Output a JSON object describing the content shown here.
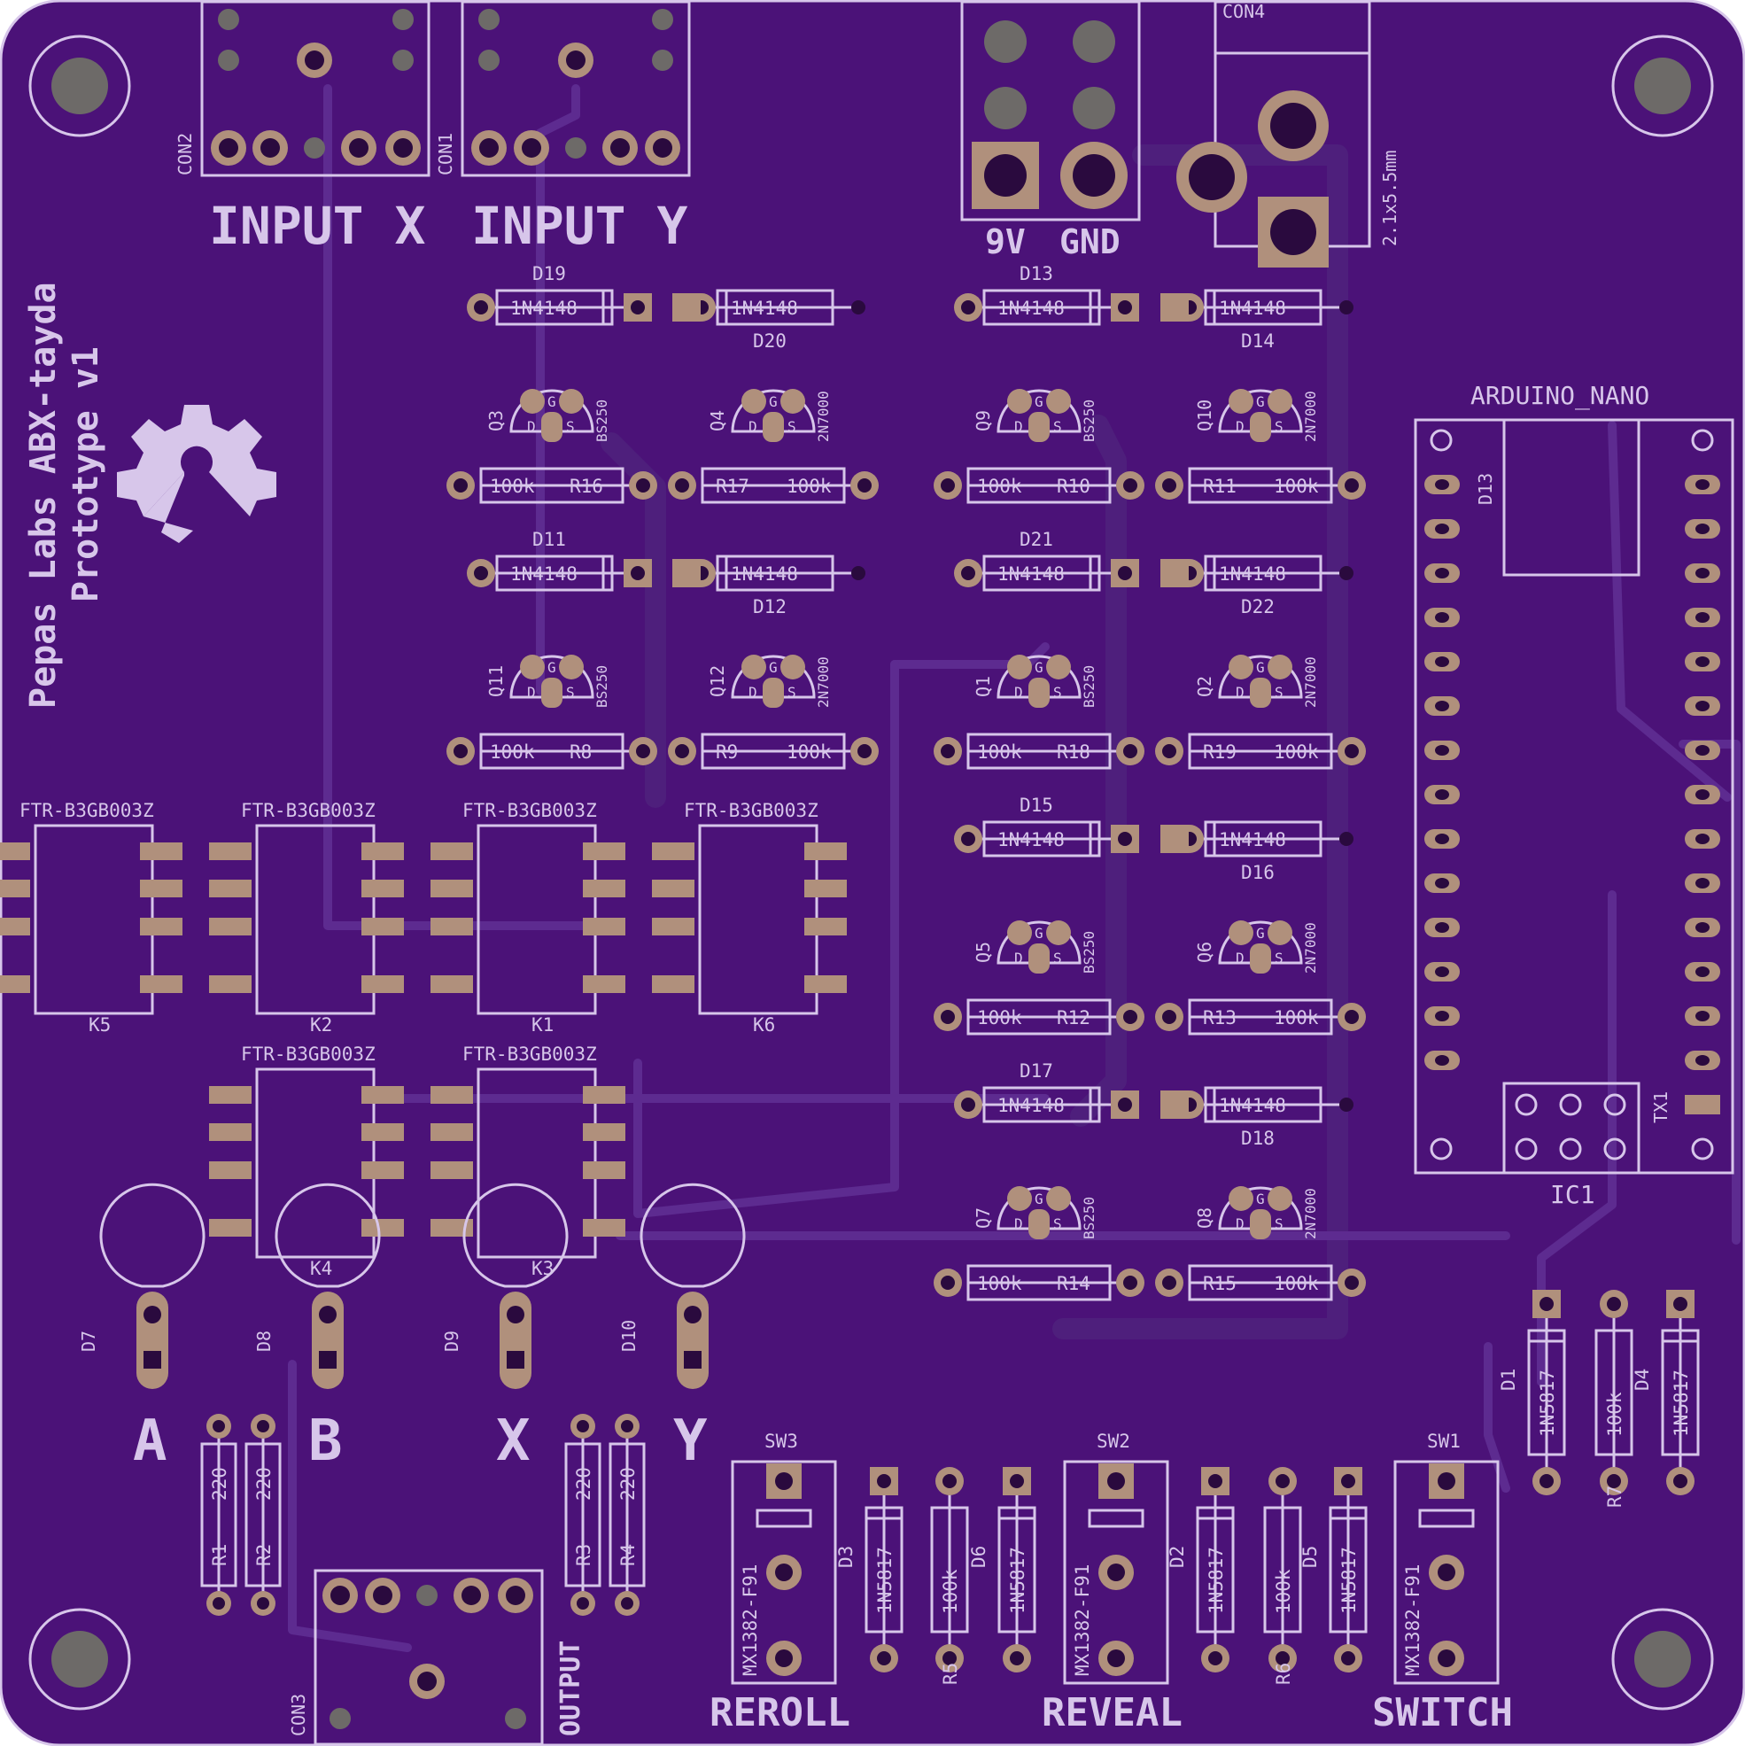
{
  "board": {
    "title": "Pepas Labs ABX-tayda",
    "subtitle": "Prototype v1",
    "colors": {
      "substrate": "#4b1278",
      "silk": "#d7c6ea",
      "pad": "#b0907c",
      "trace": "#5d2b90"
    }
  },
  "connectors": {
    "con2": {
      "ref": "CON2",
      "label": "INPUT X"
    },
    "con1": {
      "ref": "CON1",
      "label": "INPUT Y"
    },
    "con3": {
      "ref": "CON3",
      "label": "OUTPUT"
    },
    "con4": {
      "ref": "CON4",
      "size": "2.1x5.5mm"
    },
    "power": {
      "plus": "9V",
      "gnd": "GND"
    }
  },
  "diodes": [
    {
      "ref": "D19",
      "value": "1N4148"
    },
    {
      "ref": "D20",
      "value": "1N4148"
    },
    {
      "ref": "D11",
      "value": "1N4148"
    },
    {
      "ref": "D12",
      "value": "1N4148"
    },
    {
      "ref": "D13",
      "value": "1N4148"
    },
    {
      "ref": "D14",
      "value": "1N4148"
    },
    {
      "ref": "D21",
      "value": "1N4148"
    },
    {
      "ref": "D22",
      "value": "1N4148"
    },
    {
      "ref": "D15",
      "value": "1N4148"
    },
    {
      "ref": "D16",
      "value": "1N4148"
    },
    {
      "ref": "D17",
      "value": "1N4148"
    },
    {
      "ref": "D18",
      "value": "1N4148"
    }
  ],
  "mosfets": [
    {
      "ref": "Q3",
      "value": "BS250"
    },
    {
      "ref": "Q4",
      "value": "2N7000"
    },
    {
      "ref": "Q11",
      "value": "BS250"
    },
    {
      "ref": "Q12",
      "value": "2N7000"
    },
    {
      "ref": "Q9",
      "value": "BS250"
    },
    {
      "ref": "Q10",
      "value": "2N7000"
    },
    {
      "ref": "Q1",
      "value": "BS250"
    },
    {
      "ref": "Q2",
      "value": "2N7000"
    },
    {
      "ref": "Q5",
      "value": "BS250"
    },
    {
      "ref": "Q6",
      "value": "2N7000"
    },
    {
      "ref": "Q7",
      "value": "BS250"
    },
    {
      "ref": "Q8",
      "value": "2N7000"
    }
  ],
  "pins": {
    "g": "G",
    "d": "D",
    "s": "S"
  },
  "resistors_h": [
    {
      "ref": "R16",
      "value": "100k"
    },
    {
      "ref": "R17",
      "value": "100k"
    },
    {
      "ref": "R8",
      "value": "100k"
    },
    {
      "ref": "R9",
      "value": "100k"
    },
    {
      "ref": "R10",
      "value": "100k"
    },
    {
      "ref": "R11",
      "value": "100k"
    },
    {
      "ref": "R18",
      "value": "100k"
    },
    {
      "ref": "R19",
      "value": "100k"
    },
    {
      "ref": "R12",
      "value": "100k"
    },
    {
      "ref": "R13",
      "value": "100k"
    },
    {
      "ref": "R14",
      "value": "100k"
    },
    {
      "ref": "R15",
      "value": "100k"
    }
  ],
  "relays": [
    {
      "ref": "K5",
      "part": "FTR-B3GB003Z"
    },
    {
      "ref": "K2",
      "part": "FTR-B3GB003Z"
    },
    {
      "ref": "K1",
      "part": "FTR-B3GB003Z"
    },
    {
      "ref": "K6",
      "part": "FTR-B3GB003Z"
    },
    {
      "ref": "K4",
      "part": "FTR-B3GB003Z"
    },
    {
      "ref": "K3",
      "part": "FTR-B3GB003Z"
    }
  ],
  "leds": [
    {
      "ref": "D7",
      "label": "A"
    },
    {
      "ref": "D8",
      "label": "B"
    },
    {
      "ref": "D9",
      "label": "X"
    },
    {
      "ref": "D10",
      "label": "Y"
    }
  ],
  "led_resistors": [
    {
      "ref": "R1",
      "value": "220"
    },
    {
      "ref": "R2",
      "value": "220"
    },
    {
      "ref": "R3",
      "value": "220"
    },
    {
      "ref": "R4",
      "value": "220"
    }
  ],
  "switches": [
    {
      "ref": "SW3",
      "part": "MX1382-F91",
      "label": "REROLL"
    },
    {
      "ref": "SW2",
      "part": "MX1382-F91",
      "label": "REVEAL"
    },
    {
      "ref": "SW1",
      "part": "MX1382-F91",
      "label": "SWITCH"
    }
  ],
  "bottom_parts": [
    {
      "ref": "D3",
      "value": "1N5817"
    },
    {
      "ref": "R5",
      "value": "100k"
    },
    {
      "ref": "D6",
      "value": "1N5817"
    },
    {
      "ref": "D2",
      "value": "1N5817"
    },
    {
      "ref": "R6",
      "value": "100k"
    },
    {
      "ref": "D5",
      "value": "1N5817"
    },
    {
      "ref": "D1",
      "value": "1N5817"
    },
    {
      "ref": "R7",
      "value": "100k"
    },
    {
      "ref": "D4",
      "value": "1N5817"
    }
  ],
  "arduino": {
    "name": "ARDUINO_NANO",
    "ic": "IC1",
    "d13": "D13",
    "tx1": "TX1"
  }
}
